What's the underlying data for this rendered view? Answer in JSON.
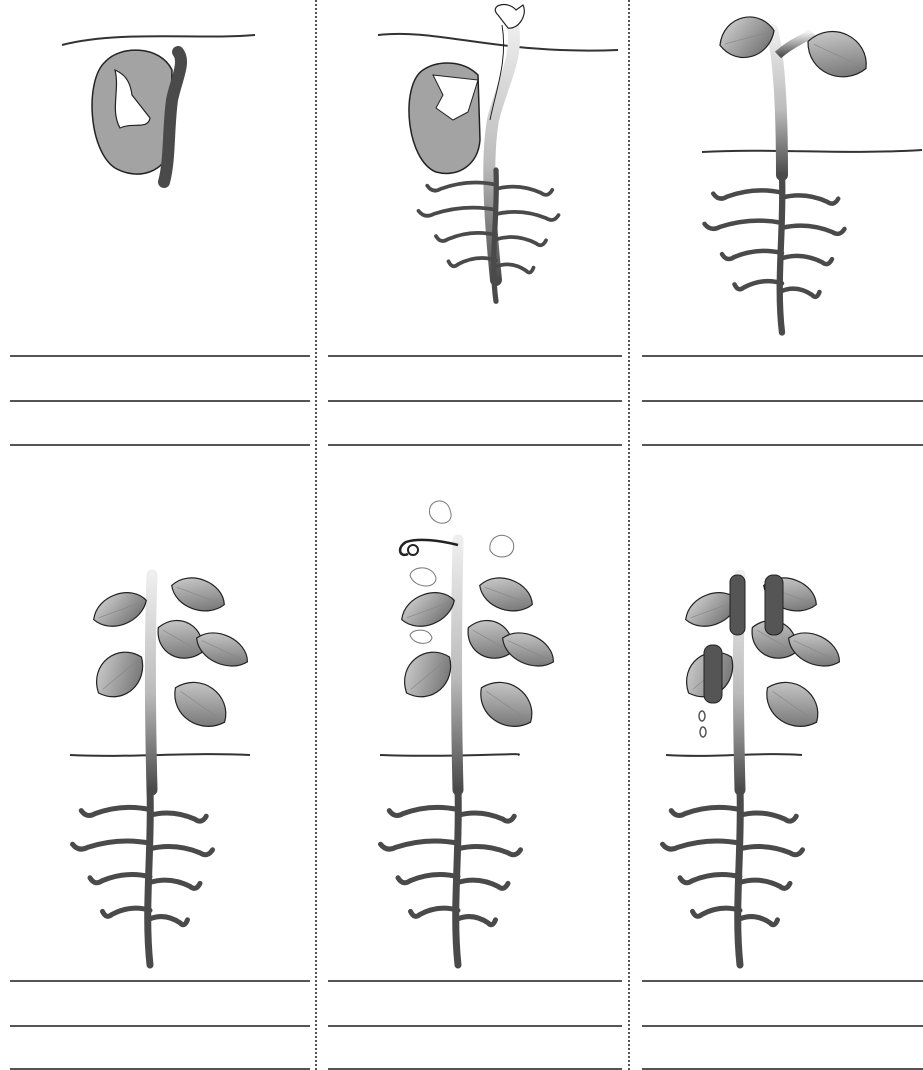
{
  "worksheet": {
    "stages": [
      {
        "id": "seed-germination",
        "row": 0,
        "col": 0
      },
      {
        "id": "seedling-emerging",
        "row": 0,
        "col": 1
      },
      {
        "id": "young-seedling",
        "row": 0,
        "col": 2
      },
      {
        "id": "growing-plant",
        "row": 1,
        "col": 0
      },
      {
        "id": "flowering-plant",
        "row": 1,
        "col": 1
      },
      {
        "id": "fruiting-plant",
        "row": 1,
        "col": 2
      }
    ],
    "answer_lines_per_panel": 3
  },
  "colors": {
    "seed": "#a3a3a3",
    "leaf_dark": "#666666",
    "leaf_light": "#d8d8d8",
    "root": "#4a4a4a",
    "outline": "#222222",
    "rule": "#555555"
  }
}
